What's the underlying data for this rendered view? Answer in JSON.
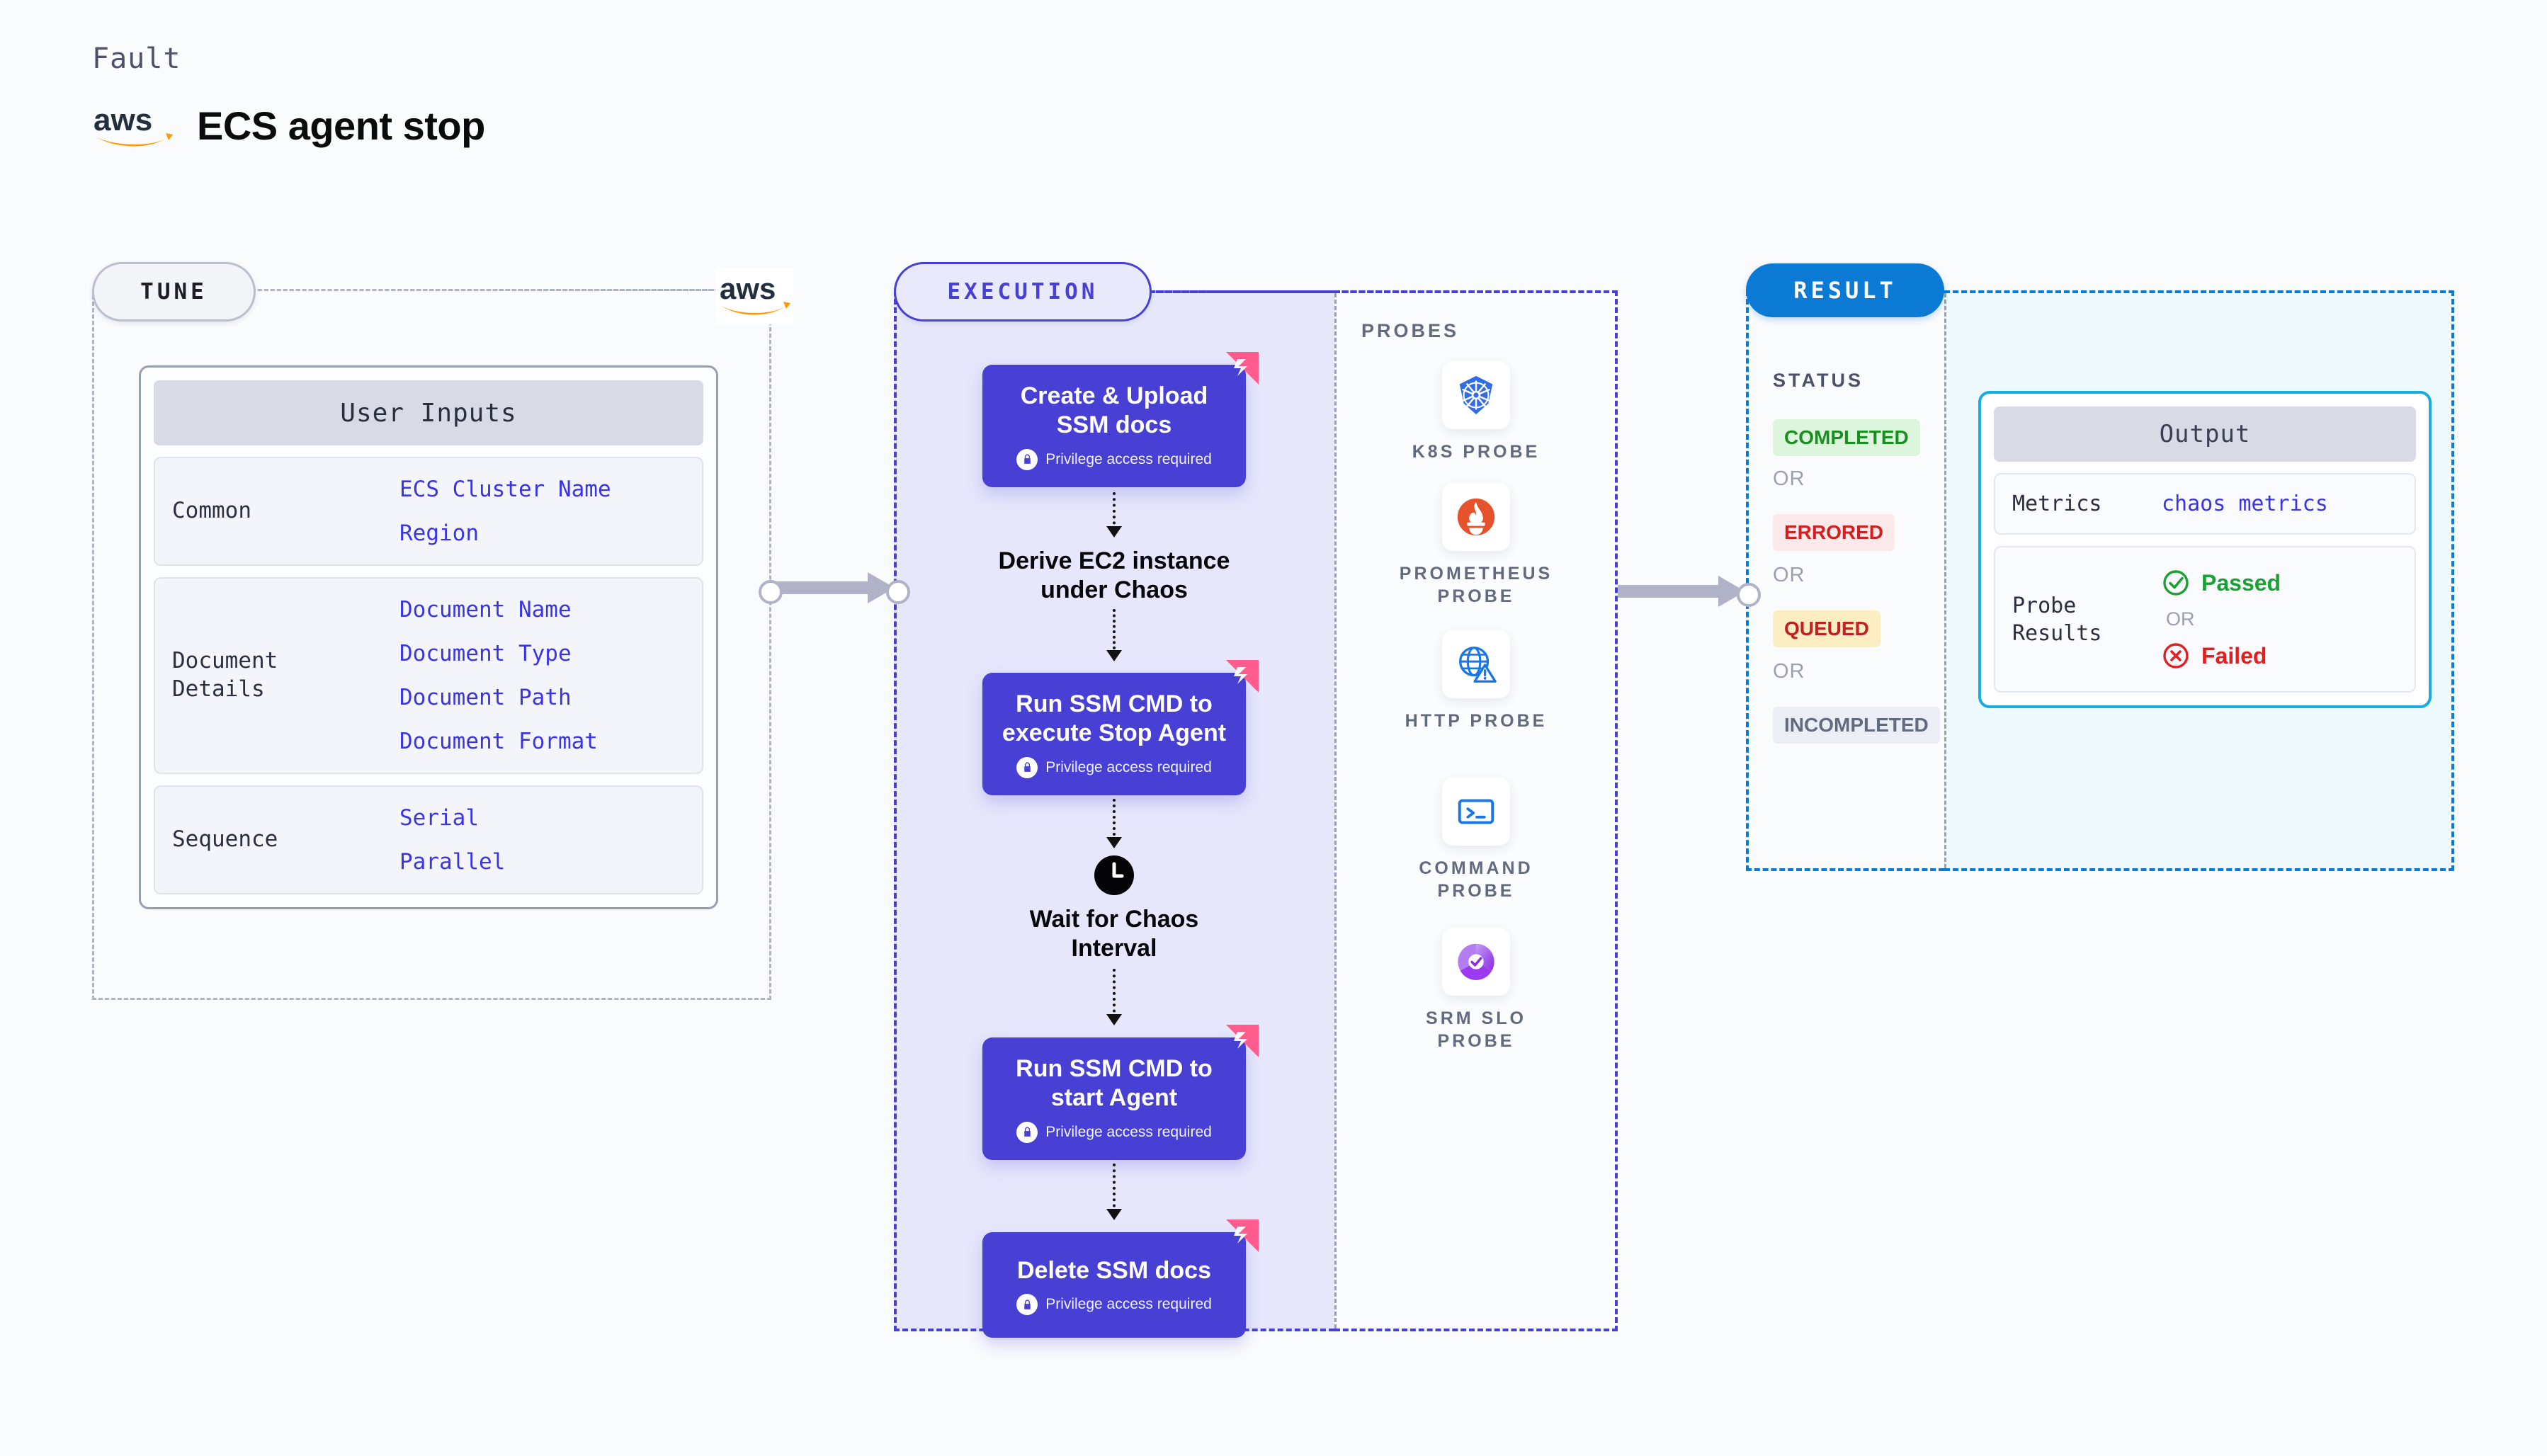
{
  "header": {
    "fault_label": "Fault",
    "title": "ECS agent stop",
    "logo": "aws-logo"
  },
  "tune": {
    "chip_label": "TUNE",
    "badge_logo": "aws-logo",
    "card_title": "User Inputs",
    "groups": [
      {
        "label": "Common",
        "values": [
          "ECS Cluster Name",
          "Region"
        ]
      },
      {
        "label": "Document\nDetails",
        "values": [
          "Document Name",
          "Document Type",
          "Document Path",
          "Document Format"
        ]
      },
      {
        "label": "Sequence",
        "values": [
          "Serial",
          "Parallel"
        ]
      }
    ]
  },
  "execution": {
    "chip_label": "EXECUTION",
    "privilege_text": "Privilege access required",
    "steps": [
      {
        "type": "box",
        "title": "Create & Upload\nSSM docs",
        "privilege": true,
        "badge": "harness-icon"
      },
      {
        "type": "text",
        "title": "Derive EC2 instance\nunder Chaos",
        "privilege": false,
        "icon": ""
      },
      {
        "type": "box",
        "title": "Run SSM CMD to\nexecute Stop Agent",
        "privilege": true,
        "badge": "harness-icon"
      },
      {
        "type": "text",
        "title": "Wait for Chaos\nInterval",
        "privilege": false,
        "icon": "clock-icon"
      },
      {
        "type": "box",
        "title": "Run SSM CMD to\nstart Agent",
        "privilege": true,
        "badge": "harness-icon"
      },
      {
        "type": "box",
        "title": "Delete SSM docs",
        "privilege": true,
        "badge": "harness-icon"
      }
    ]
  },
  "probes": {
    "label": "PROBES",
    "items": [
      {
        "name": "K8S PROBE",
        "icon": "kubernetes-icon"
      },
      {
        "name": "PROMETHEUS\nPROBE",
        "icon": "prometheus-icon"
      },
      {
        "name": "HTTP PROBE",
        "icon": "http-globe-icon"
      },
      {
        "name": "COMMAND\nPROBE",
        "icon": "terminal-icon"
      },
      {
        "name": "SRM SLO\nPROBE",
        "icon": "srm-slo-icon"
      }
    ]
  },
  "result": {
    "chip_label": "RESULT",
    "status_label": "STATUS",
    "or_label": "OR",
    "statuses": [
      {
        "label": "COMPLETED",
        "color": "#1a8f20",
        "bg": "#dcf5dc"
      },
      {
        "label": "ERRORED",
        "color": "#d22020",
        "bg": "#fceaea"
      },
      {
        "label": "QUEUED",
        "color": "#c21f1f",
        "bg": "#fcedc2"
      },
      {
        "label": "INCOMPLETED",
        "color": "#626a80",
        "bg": "#eceef5"
      }
    ],
    "output": {
      "title": "Output",
      "metrics_label": "Metrics",
      "metrics_value": "chaos metrics",
      "probe_results_label": "Probe\nResults",
      "passed_label": "Passed",
      "failed_label": "Failed",
      "or_label": "OR",
      "passed_color": "#1aa033",
      "failed_color": "#e02020",
      "passed_icon": "check-circle-icon",
      "failed_icon": "x-circle-icon"
    }
  },
  "colors": {
    "execution_accent": "#4840d4",
    "result_accent": "#0b7ad4",
    "output_accent": "#19ace0",
    "harness_pink": "#ff5c8d"
  }
}
